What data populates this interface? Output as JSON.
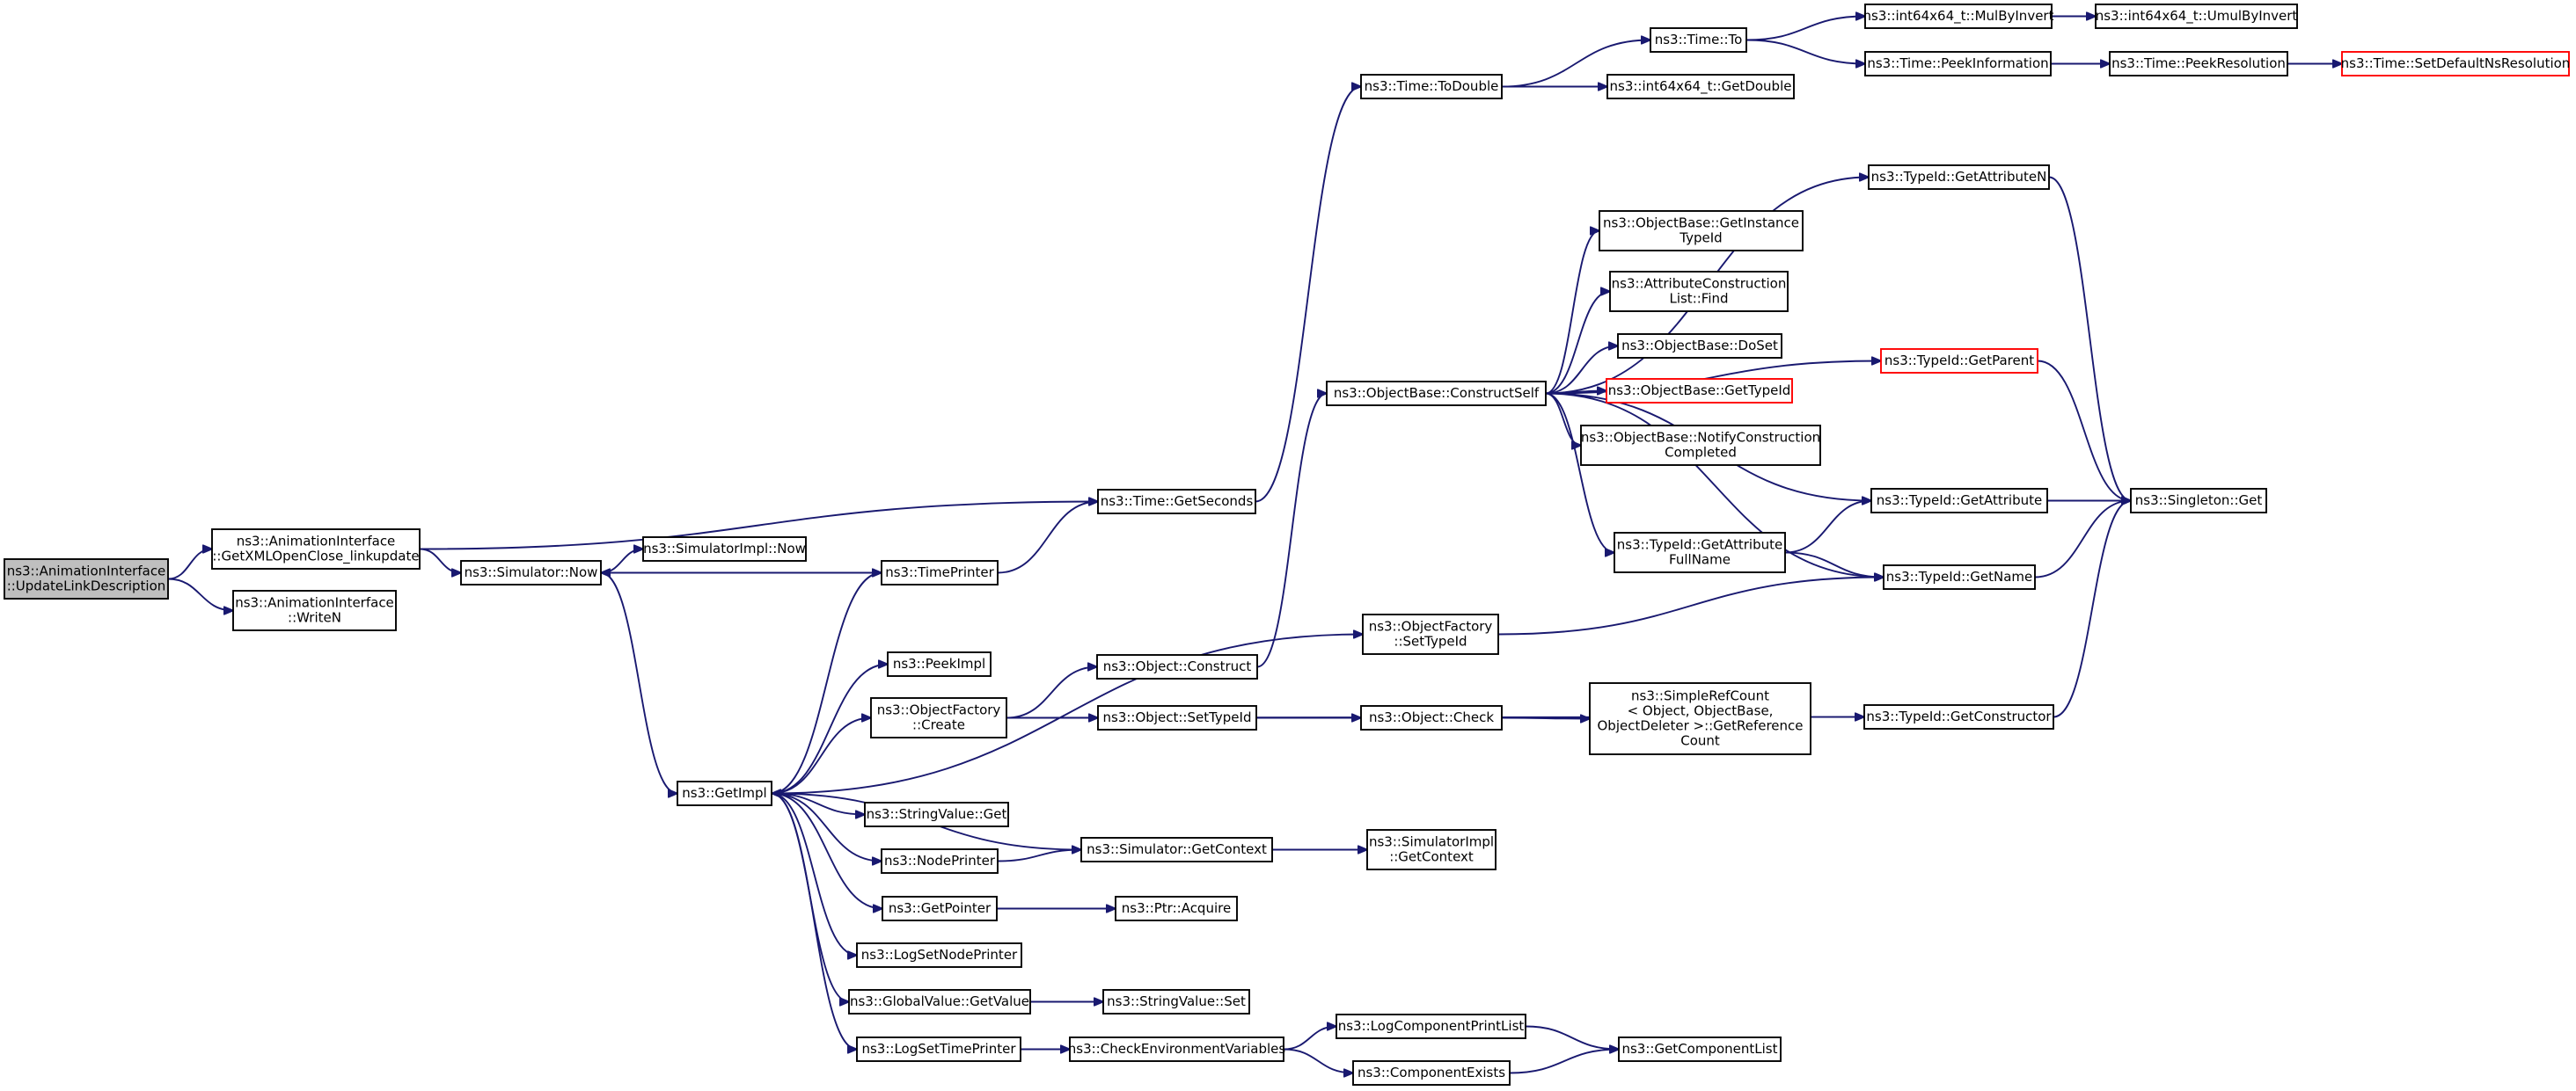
{
  "graph": {
    "nodes": [
      {
        "id": "n_update",
        "lines": [
          "ns3::AnimationInterface",
          "::UpdateLinkDescription"
        ],
        "style": "focus"
      },
      {
        "id": "n_getxml",
        "lines": [
          "ns3::AnimationInterface",
          "::GetXMLOpenClose_linkupdate"
        ]
      },
      {
        "id": "n_writen",
        "lines": [
          "ns3::AnimationInterface",
          "::WriteN"
        ]
      },
      {
        "id": "n_simnow",
        "lines": [
          "ns3::Simulator::Now"
        ]
      },
      {
        "id": "n_simimplnow",
        "lines": [
          "ns3::SimulatorImpl::Now"
        ]
      },
      {
        "id": "n_timeprinter",
        "lines": [
          "ns3::TimePrinter"
        ]
      },
      {
        "id": "n_getseconds",
        "lines": [
          "ns3::Time::GetSeconds"
        ]
      },
      {
        "id": "n_todouble",
        "lines": [
          "ns3::Time::ToDouble"
        ]
      },
      {
        "id": "n_to",
        "lines": [
          "ns3::Time::To"
        ]
      },
      {
        "id": "n_mulbyinvert",
        "lines": [
          "ns3::int64x64_t::MulByInvert"
        ]
      },
      {
        "id": "n_umulbyinvert",
        "lines": [
          "ns3::int64x64_t::UmulByInvert"
        ]
      },
      {
        "id": "n_peekinfo",
        "lines": [
          "ns3::Time::PeekInformation"
        ]
      },
      {
        "id": "n_peekres",
        "lines": [
          "ns3::Time::PeekResolution"
        ]
      },
      {
        "id": "n_setdefault",
        "lines": [
          "ns3::Time::SetDefaultNsResolution"
        ],
        "style": "missing"
      },
      {
        "id": "n_getdouble",
        "lines": [
          "ns3::int64x64_t::GetDouble"
        ]
      },
      {
        "id": "n_constructself",
        "lines": [
          "ns3::ObjectBase::ConstructSelf"
        ]
      },
      {
        "id": "n_getattrn",
        "lines": [
          "ns3::TypeId::GetAttributeN"
        ]
      },
      {
        "id": "n_getinstancetid",
        "lines": [
          "ns3::ObjectBase::GetInstance",
          "TypeId"
        ]
      },
      {
        "id": "n_attrfind",
        "lines": [
          "ns3::AttributeConstruction",
          "List::Find"
        ]
      },
      {
        "id": "n_doset",
        "lines": [
          "ns3::ObjectBase::DoSet"
        ]
      },
      {
        "id": "n_getparent",
        "lines": [
          "ns3::TypeId::GetParent"
        ],
        "style": "missing"
      },
      {
        "id": "n_obgettypeid",
        "lines": [
          "ns3::ObjectBase::GetTypeId"
        ],
        "style": "missing"
      },
      {
        "id": "n_notify",
        "lines": [
          "ns3::ObjectBase::NotifyConstruction",
          "Completed"
        ]
      },
      {
        "id": "n_getattribute",
        "lines": [
          "ns3::TypeId::GetAttribute"
        ]
      },
      {
        "id": "n_singleton",
        "lines": [
          "ns3::Singleton::Get"
        ]
      },
      {
        "id": "n_getattrfull",
        "lines": [
          "ns3::TypeId::GetAttribute",
          "FullName"
        ]
      },
      {
        "id": "n_getname",
        "lines": [
          "ns3::TypeId::GetName"
        ]
      },
      {
        "id": "n_ofsettypeid",
        "lines": [
          "ns3::ObjectFactory",
          "::SetTypeId"
        ]
      },
      {
        "id": "n_peekimpl",
        "lines": [
          "ns3::PeekImpl"
        ]
      },
      {
        "id": "n_objconstruct",
        "lines": [
          "ns3::Object::Construct"
        ]
      },
      {
        "id": "n_ofcreate",
        "lines": [
          "ns3::ObjectFactory",
          "::Create"
        ]
      },
      {
        "id": "n_objsettypeid",
        "lines": [
          "ns3::Object::SetTypeId"
        ]
      },
      {
        "id": "n_objcheck",
        "lines": [
          "ns3::Object::Check"
        ]
      },
      {
        "id": "n_refcount",
        "lines": [
          "ns3::SimpleRefCount",
          "< Object, ObjectBase,",
          "ObjectDeleter >::GetReference",
          "Count"
        ]
      },
      {
        "id": "n_getconstructor",
        "lines": [
          "ns3::TypeId::GetConstructor"
        ]
      },
      {
        "id": "n_getimpl",
        "lines": [
          "ns3::GetImpl"
        ]
      },
      {
        "id": "n_stringvalget",
        "lines": [
          "ns3::StringValue::Get"
        ]
      },
      {
        "id": "n_nodeprinter",
        "lines": [
          "ns3::NodePrinter"
        ]
      },
      {
        "id": "n_simgetcontext",
        "lines": [
          "ns3::Simulator::GetContext"
        ]
      },
      {
        "id": "n_simimplgetcontext",
        "lines": [
          "ns3::SimulatorImpl",
          "::GetContext"
        ]
      },
      {
        "id": "n_getpointer",
        "lines": [
          "ns3::GetPointer"
        ]
      },
      {
        "id": "n_ptracquire",
        "lines": [
          "ns3::Ptr::Acquire"
        ]
      },
      {
        "id": "n_logsetnodeprinter",
        "lines": [
          "ns3::LogSetNodePrinter"
        ]
      },
      {
        "id": "n_gvgetvalue",
        "lines": [
          "ns3::GlobalValue::GetValue"
        ]
      },
      {
        "id": "n_stringvalset",
        "lines": [
          "ns3::StringValue::Set"
        ]
      },
      {
        "id": "n_logsettimeprinter",
        "lines": [
          "ns3::LogSetTimePrinter"
        ]
      },
      {
        "id": "n_checkenv",
        "lines": [
          "ns3::CheckEnvironmentVariables"
        ]
      },
      {
        "id": "n_logcompprint",
        "lines": [
          "ns3::LogComponentPrintList"
        ]
      },
      {
        "id": "n_compexists",
        "lines": [
          "ns3::ComponentExists"
        ]
      },
      {
        "id": "n_getcomplist",
        "lines": [
          "ns3::GetComponentList"
        ]
      }
    ],
    "edges": [
      [
        "n_update",
        "n_getxml"
      ],
      [
        "n_update",
        "n_writen"
      ],
      [
        "n_getxml",
        "n_getseconds"
      ],
      [
        "n_getxml",
        "n_simnow"
      ],
      [
        "n_simnow",
        "n_simimplnow"
      ],
      [
        "n_simnow",
        "n_getimpl"
      ],
      [
        "n_timeprinter",
        "n_simnow"
      ],
      [
        "n_timeprinter",
        "n_getseconds"
      ],
      [
        "n_getseconds",
        "n_todouble"
      ],
      [
        "n_todouble",
        "n_to"
      ],
      [
        "n_todouble",
        "n_getdouble"
      ],
      [
        "n_to",
        "n_mulbyinvert"
      ],
      [
        "n_to",
        "n_peekinfo"
      ],
      [
        "n_mulbyinvert",
        "n_umulbyinvert"
      ],
      [
        "n_peekinfo",
        "n_peekres"
      ],
      [
        "n_peekres",
        "n_setdefault"
      ],
      [
        "n_constructself",
        "n_getattrn"
      ],
      [
        "n_constructself",
        "n_getparent"
      ],
      [
        "n_constructself",
        "n_getinstancetid"
      ],
      [
        "n_constructself",
        "n_attrfind"
      ],
      [
        "n_constructself",
        "n_doset"
      ],
      [
        "n_constructself",
        "n_obgettypeid"
      ],
      [
        "n_constructself",
        "n_notify"
      ],
      [
        "n_constructself",
        "n_getattribute"
      ],
      [
        "n_constructself",
        "n_getattrfull"
      ],
      [
        "n_constructself",
        "n_getname"
      ],
      [
        "n_getattrn",
        "n_singleton"
      ],
      [
        "n_getparent",
        "n_singleton"
      ],
      [
        "n_getattribute",
        "n_singleton"
      ],
      [
        "n_getname",
        "n_singleton"
      ],
      [
        "n_getconstructor",
        "n_singleton"
      ],
      [
        "n_getattrfull",
        "n_getattribute"
      ],
      [
        "n_getattrfull",
        "n_getname"
      ],
      [
        "n_ofsettypeid",
        "n_getname"
      ],
      [
        "n_objconstruct",
        "n_constructself"
      ],
      [
        "n_ofcreate",
        "n_objconstruct"
      ],
      [
        "n_ofcreate",
        "n_objsettypeid"
      ],
      [
        "n_ofcreate",
        "n_getconstructor"
      ],
      [
        "n_objsettypeid",
        "n_objcheck"
      ],
      [
        "n_objcheck",
        "n_refcount"
      ],
      [
        "n_getimpl",
        "n_timeprinter"
      ],
      [
        "n_getimpl",
        "n_ofsettypeid"
      ],
      [
        "n_getimpl",
        "n_peekimpl"
      ],
      [
        "n_getimpl",
        "n_ofcreate"
      ],
      [
        "n_getimpl",
        "n_stringvalget"
      ],
      [
        "n_getimpl",
        "n_nodeprinter"
      ],
      [
        "n_getimpl",
        "n_getpointer"
      ],
      [
        "n_getimpl",
        "n_logsetnodeprinter"
      ],
      [
        "n_getimpl",
        "n_gvgetvalue"
      ],
      [
        "n_getimpl",
        "n_logsettimeprinter"
      ],
      [
        "n_simgetcontext",
        "n_getimpl"
      ],
      [
        "n_nodeprinter",
        "n_simgetcontext"
      ],
      [
        "n_simgetcontext",
        "n_simimplgetcontext"
      ],
      [
        "n_getpointer",
        "n_ptracquire"
      ],
      [
        "n_gvgetvalue",
        "n_stringvalset"
      ],
      [
        "n_logsettimeprinter",
        "n_checkenv"
      ],
      [
        "n_checkenv",
        "n_logcompprint"
      ],
      [
        "n_checkenv",
        "n_compexists"
      ],
      [
        "n_logcompprint",
        "n_getcomplist"
      ],
      [
        "n_compexists",
        "n_getcomplist"
      ]
    ],
    "colors": {
      "edge": "#191970",
      "node_border": "#000000",
      "missing_border": "#ff0000",
      "focus_fill": "#bfbfbf"
    }
  }
}
